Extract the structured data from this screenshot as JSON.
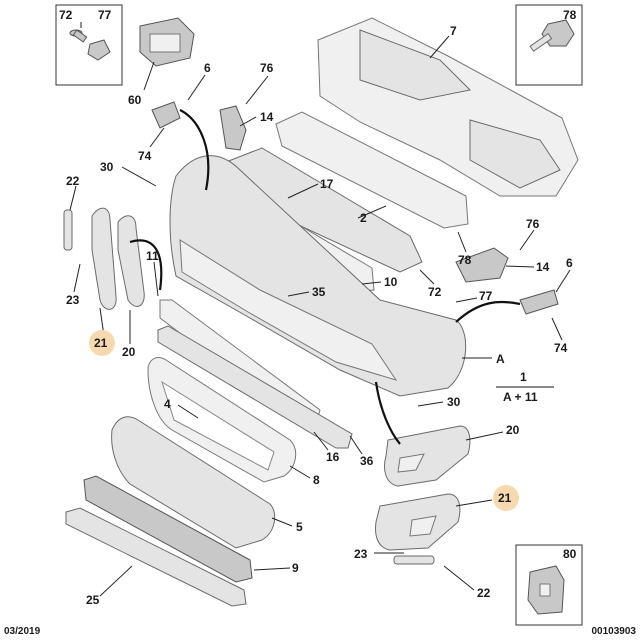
{
  "callouts": [
    {
      "id": "c72",
      "text": "72"
    },
    {
      "id": "c77",
      "text": "77"
    },
    {
      "id": "c78",
      "text": "78"
    },
    {
      "id": "c7",
      "text": "7"
    },
    {
      "id": "c6a",
      "text": "6"
    },
    {
      "id": "c76a",
      "text": "76"
    },
    {
      "id": "c60",
      "text": "60"
    },
    {
      "id": "c14a",
      "text": "14"
    },
    {
      "id": "c74a",
      "text": "74"
    },
    {
      "id": "c30a",
      "text": "30"
    },
    {
      "id": "c17",
      "text": "17"
    },
    {
      "id": "c22a",
      "text": "22"
    },
    {
      "id": "c2",
      "text": "2"
    },
    {
      "id": "c76b",
      "text": "76"
    },
    {
      "id": "c11",
      "text": "11"
    },
    {
      "id": "c78b",
      "text": "78"
    },
    {
      "id": "c14b",
      "text": "14"
    },
    {
      "id": "c6b",
      "text": "6"
    },
    {
      "id": "c10",
      "text": "10"
    },
    {
      "id": "c35",
      "text": "35"
    },
    {
      "id": "c72b",
      "text": "72"
    },
    {
      "id": "c77b",
      "text": "77"
    },
    {
      "id": "c23a",
      "text": "23"
    },
    {
      "id": "c21a",
      "text": "21"
    },
    {
      "id": "c20a",
      "text": "20"
    },
    {
      "id": "c74b",
      "text": "74"
    },
    {
      "id": "cA",
      "text": "A"
    },
    {
      "id": "c1",
      "text": "1"
    },
    {
      "id": "cA11",
      "text": "A + 11"
    },
    {
      "id": "c30b",
      "text": "30"
    },
    {
      "id": "c4",
      "text": "4"
    },
    {
      "id": "c20b",
      "text": "20"
    },
    {
      "id": "c16",
      "text": "16"
    },
    {
      "id": "c36",
      "text": "36"
    },
    {
      "id": "c8",
      "text": "8"
    },
    {
      "id": "c21b",
      "text": "21"
    },
    {
      "id": "c5",
      "text": "5"
    },
    {
      "id": "c23b",
      "text": "23"
    },
    {
      "id": "c9",
      "text": "9"
    },
    {
      "id": "c80",
      "text": "80"
    },
    {
      "id": "c25",
      "text": "25"
    },
    {
      "id": "c22b",
      "text": "22"
    }
  ],
  "footer": {
    "date": "03/2019",
    "reference": "00103903"
  },
  "colors": {
    "highlight": "#f6d9ae",
    "part_fill": "#e4e4e4",
    "outline": "#6a6a6a"
  }
}
